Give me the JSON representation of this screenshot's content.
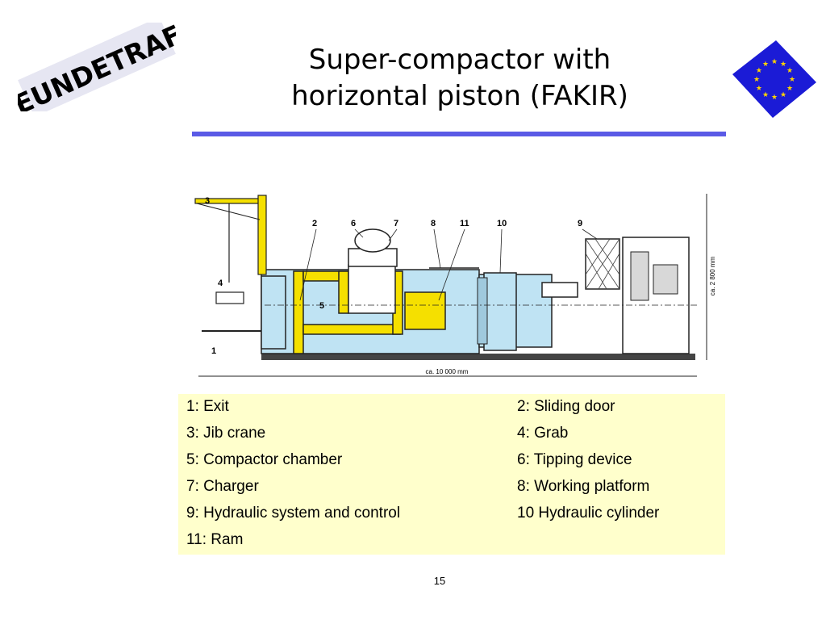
{
  "logo": {
    "text": "EUNDETRAF"
  },
  "title": {
    "line1": "Super-compactor with",
    "line2": "horizontal piston (FAKIR)"
  },
  "diagram": {
    "numbers": [
      "3",
      "2",
      "6",
      "7",
      "8",
      "11",
      "10",
      "9",
      "4",
      "5",
      "1"
    ],
    "width_dimension": "ca. 10 000 mm",
    "height_dimension": "ca. 2 800 mm"
  },
  "legend": {
    "left": [
      "1: Exit",
      "3: Jib crane",
      "5: Compactor chamber",
      "7: Charger",
      "9: Hydraulic system and control",
      "11: Ram"
    ],
    "right": [
      "2: Sliding door",
      "4: Grab",
      "6: Tipping device",
      "8: Working platform",
      "10 Hydraulic cylinder"
    ]
  },
  "page_number": "15",
  "colors": {
    "accent_rule": "#5a5ae6",
    "legend_bg": "#ffffcc",
    "eu_blue": "#1b1bd6",
    "eu_star": "#ffd400",
    "machine_yellow": "#f5e000",
    "machine_blue": "#bfe3f3"
  }
}
